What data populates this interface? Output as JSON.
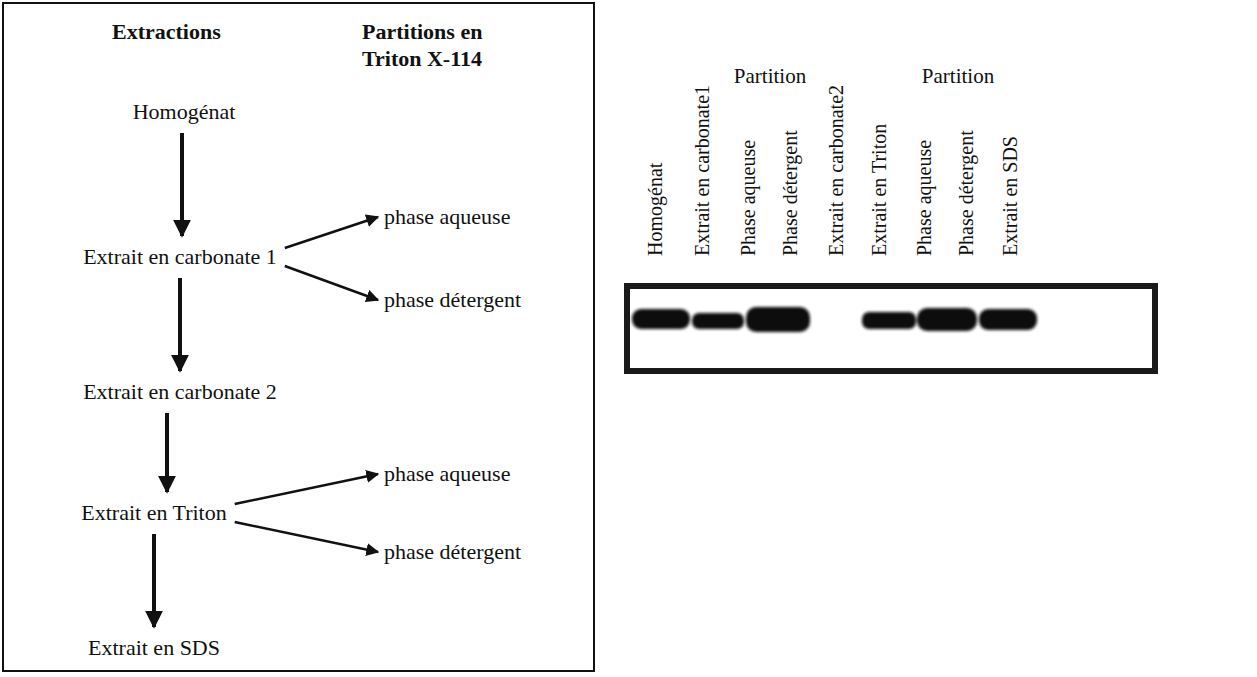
{
  "diagram": {
    "nodes": [
      {
        "text": [
          "Extractions",
          "Partitions en Triton X-114"
        ]
      },
      {
        "text": [
          "Homogénat"
        ],
        "in": 0
      },
      {
        "text": [
          "Extrait en carbonate 1"
        ],
        "in": 0
      },
      {
        "text": [
          "phase aqueuse"
        ],
        "in": 0
      },
      {
        "text": [
          "phase détergent"
        ],
        "in": 0
      },
      {
        "text": [
          "Extrait en carbonate 2"
        ],
        "in": 0
      },
      {
        "text": [
          "Extrait en Triton"
        ],
        "in": 0
      },
      {
        "text": [
          "phase aqueuse"
        ],
        "in": 0
      },
      {
        "text": [
          "phase détergent"
        ],
        "in": 0
      },
      {
        "text": [
          "Extrait en SDS"
        ],
        "in": 0
      }
    ],
    "edges": [
      {
        "from": 1,
        "to": 2,
        "arrow": "to"
      },
      {
        "from": 2,
        "to": 3,
        "arrow": "to"
      },
      {
        "from": 2,
        "to": 4,
        "arrow": "to"
      },
      {
        "from": 2,
        "to": 5,
        "arrow": "to"
      },
      {
        "from": 5,
        "to": 6,
        "arrow": "to"
      },
      {
        "from": 6,
        "to": 7,
        "arrow": "to"
      },
      {
        "from": 6,
        "to": 8,
        "arrow": "to"
      },
      {
        "from": 6,
        "to": 9,
        "arrow": "to"
      }
    ],
    "labels": [
      "Partition",
      "Partition",
      "Homogénat",
      "Extrait en  carbonate1",
      "Phase aqueuse",
      "Phase détergent",
      "Extrait en carbonate2",
      "Extrait en Triton",
      "Phase aqueuse",
      "Phase détergent",
      "Extrait en SDS"
    ]
  }
}
